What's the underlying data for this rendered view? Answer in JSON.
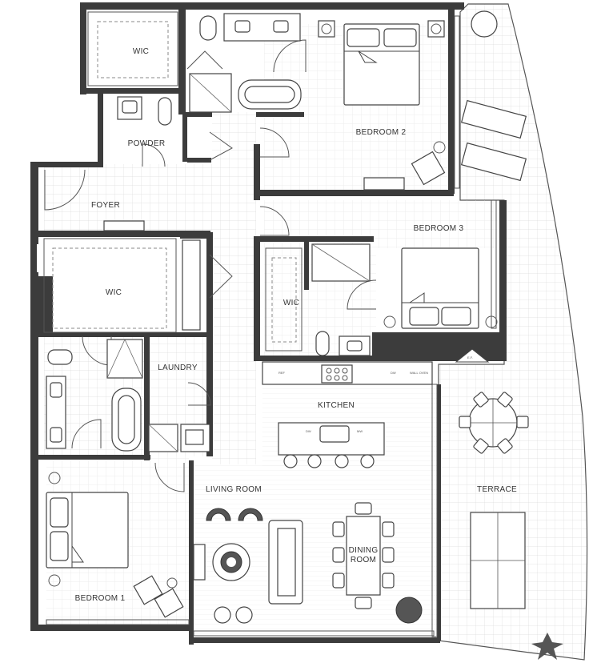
{
  "rooms": {
    "wic_top": "WIC",
    "powder": "POWDER",
    "foyer": "FOYER",
    "wic_left": "WIC",
    "laundry": "LAUNDRY",
    "bedroom2": "BEDROOM 2",
    "bedroom3": "BEDROOM 3",
    "wic_bed3": "WIC",
    "kitchen": "KITCHEN",
    "living_room": "LIVING ROOM",
    "dining_room_line1": "DINING",
    "dining_room_line2": "ROOM",
    "bedroom1": "BEDROOM 1",
    "terrace": "TERRACE"
  },
  "fixture_labels": {
    "fridge": "REF",
    "dishwasher": "DW",
    "island_left": "DW",
    "island_right": "MW",
    "oven": "WALL OVEN",
    "sign": "E.F."
  },
  "colors": {
    "wall": "#3c3c3c",
    "floor_tile": "#d9d9d9",
    "background": "#ffffff"
  }
}
